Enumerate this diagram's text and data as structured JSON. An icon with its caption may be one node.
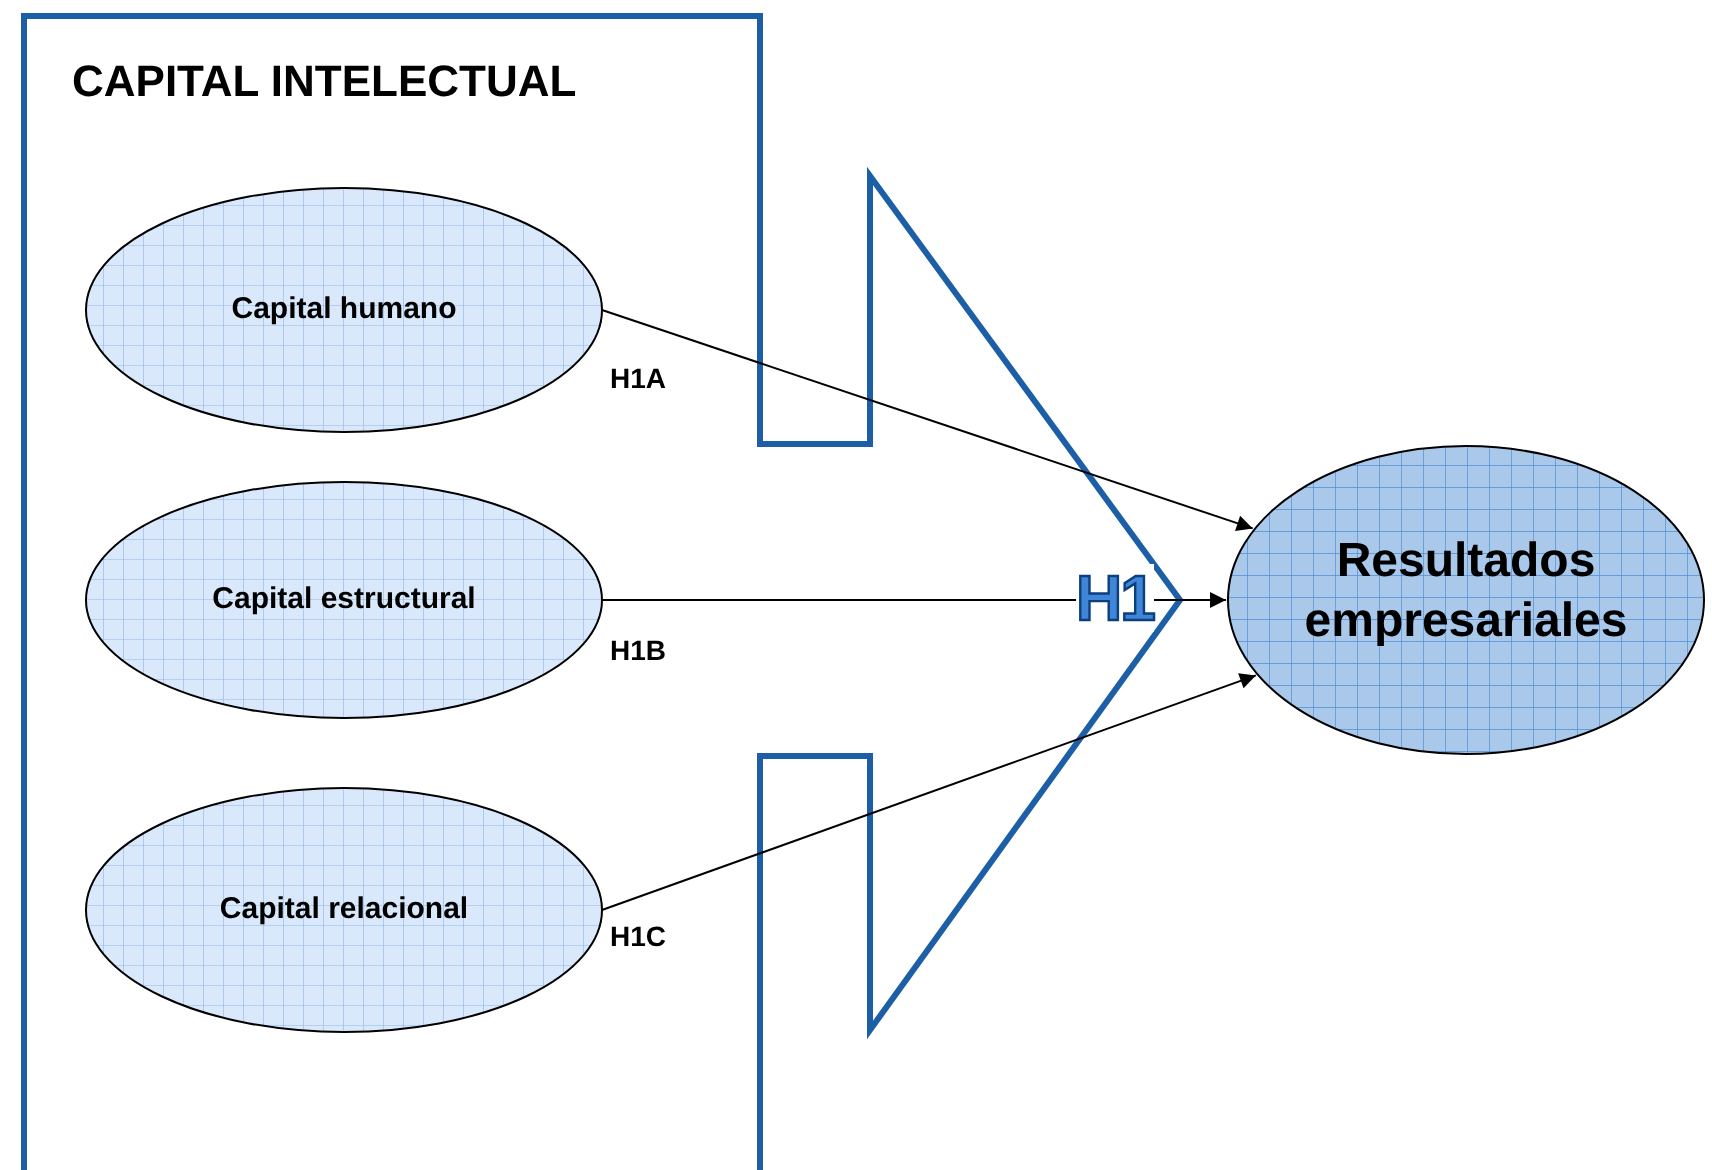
{
  "diagram": {
    "nodes": [
      {
        "text": [
          "CAPITAL INTELECTUAL"
        ]
      },
      {
        "text": [
          "Capital humano"
        ],
        "in": 0
      },
      {
        "text": [
          "Capital estructural"
        ],
        "in": 0
      },
      {
        "text": [
          "Capital relacional"
        ],
        "in": 0
      },
      {
        "text": [
          "Resultados empresariales"
        ]
      }
    ],
    "edges": [
      {
        "from": 1,
        "to": 4,
        "arrow": "to",
        "label": "H1A"
      },
      {
        "from": 2,
        "to": 4,
        "arrow": "to",
        "label": "H1B"
      },
      {
        "from": 3,
        "to": 4,
        "arrow": "to",
        "label": "H1C"
      }
    ],
    "labels": [
      "H1"
    ]
  }
}
